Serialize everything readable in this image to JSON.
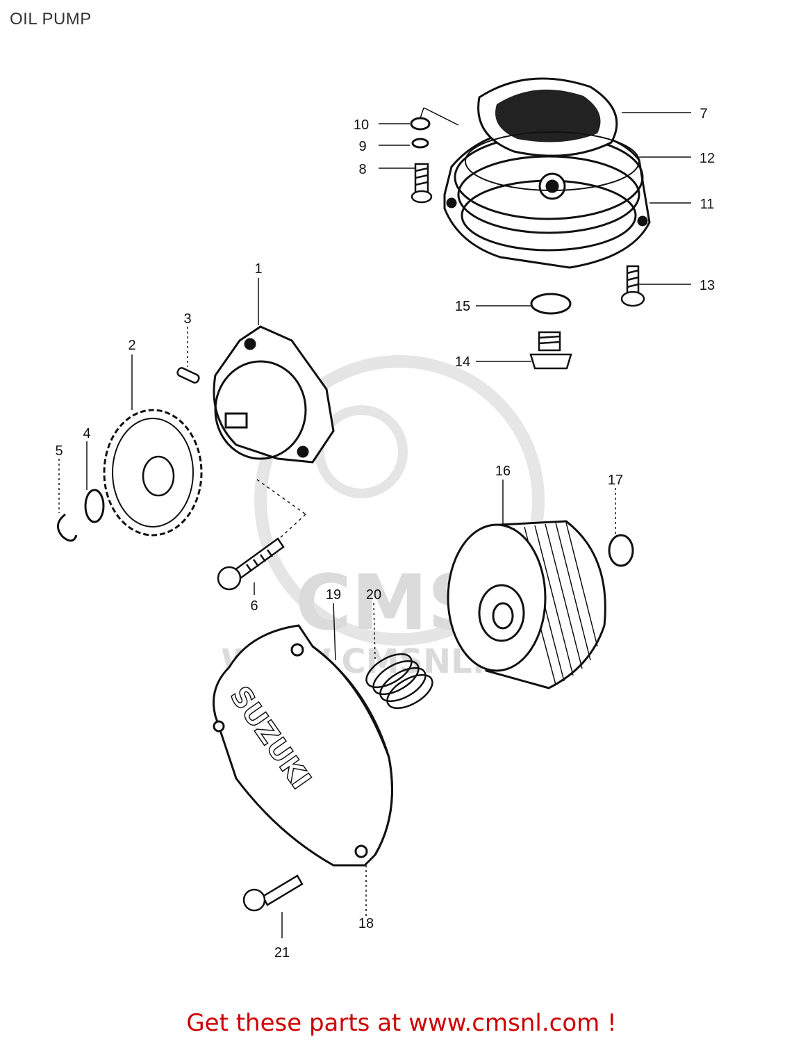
{
  "title": "OIL PUMP",
  "footer": {
    "prefix": "Get these parts at ",
    "link": "www.cmsnl.com",
    "suffix": " !"
  },
  "watermark": {
    "logo": "CMS",
    "url": "WWW.CMSNL.COM"
  },
  "cover_lettering": "SUZUKI",
  "callouts": [
    "1",
    "2",
    "3",
    "4",
    "5",
    "6",
    "7",
    "8",
    "9",
    "10",
    "11",
    "12",
    "13",
    "14",
    "15",
    "16",
    "17",
    "18",
    "19",
    "20",
    "21"
  ],
  "colors": {
    "footer": "#cc0000",
    "line": "#111111",
    "watermark": "#d8d8d8"
  }
}
